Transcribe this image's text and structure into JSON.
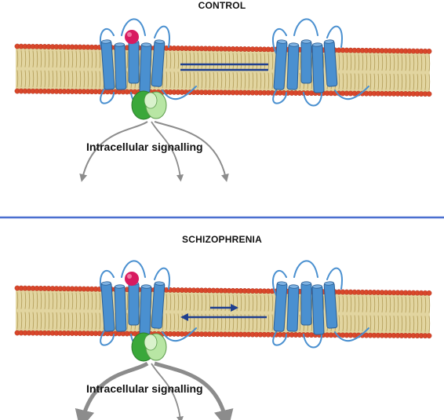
{
  "panels": [
    {
      "title": "CONTROL",
      "signal_label": "Intracellular signalling"
    },
    {
      "title": "SCHIZOPHRENIA",
      "signal_label": "Intracellular signalling"
    }
  ],
  "colors": {
    "lipid_head": "#d9472b",
    "lipid_tail": "#e2d5a0",
    "receptor": "#4a90d0",
    "receptor_loop": "#4a90d0",
    "ligand": "#d81b60",
    "g_protein_dark": "#3aa83a",
    "g_protein_light": "#b8e6a4",
    "interaction_arrow": "#1f3f8f",
    "signal_arrow": "#8c8c8c",
    "divider": "#4a6fd0"
  },
  "icons": [
    "membrane-bilayer",
    "gpcr-receptor",
    "ligand-sphere",
    "g-protein",
    "signal-arrow",
    "equilibrium-arrow"
  ]
}
